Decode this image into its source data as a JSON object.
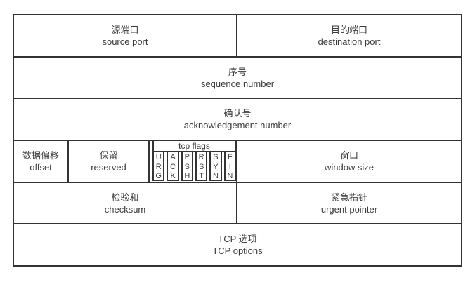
{
  "tcp_header": {
    "fields": {
      "source_port": {
        "zh": "源端口",
        "en": "source port"
      },
      "destination_port": {
        "zh": "目的端口",
        "en": "destination port"
      },
      "sequence_number": {
        "zh": "序号",
        "en": "sequence number"
      },
      "acknowledgement_number": {
        "zh": "确认号",
        "en": "acknowledgement number"
      },
      "offset": {
        "zh": "数据偏移",
        "en": "offset"
      },
      "reserved": {
        "zh": "保留",
        "en": "reserved"
      },
      "window_size": {
        "zh": "窗口",
        "en": "window size"
      },
      "checksum": {
        "zh": "检验和",
        "en": "checksum"
      },
      "urgent_pointer": {
        "zh": "紧急指针",
        "en": "urgent pointer"
      },
      "tcp_options": {
        "zh": "TCP 选项",
        "en": "TCP options"
      }
    },
    "flags": {
      "title": "tcp flags",
      "items": [
        {
          "name": "URG",
          "display": "U\nR\nG"
        },
        {
          "name": "ACK",
          "display": "A\nC\nK"
        },
        {
          "name": "PSH",
          "display": "P\nS\nH"
        },
        {
          "name": "RST",
          "display": "R\nS\nT"
        },
        {
          "name": "SYN",
          "display": "S\nY\nN"
        },
        {
          "name": "FIN",
          "display": "F\nI\nN"
        }
      ]
    },
    "colors": {
      "border": "#333333",
      "text": "#3a3a3a",
      "background": "#ffffff"
    }
  }
}
